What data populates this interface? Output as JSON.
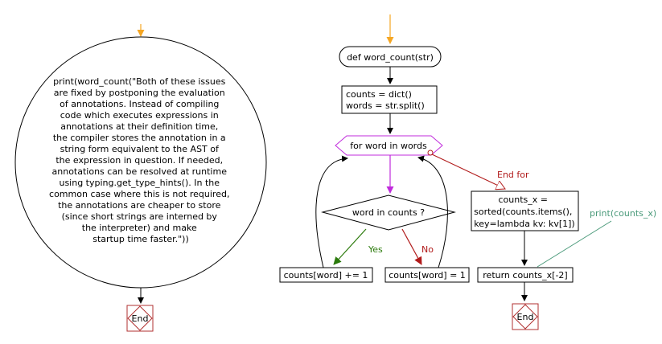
{
  "left": {
    "print_lines": [
      "print(word_count(\"Both of these issues",
      "are fixed by postponing the evaluation",
      "of annotations. Instead of compiling",
      "code which executes expressions in",
      "annotations at their definition time,",
      "the compiler stores the annotation in a",
      "string form equivalent to the AST of",
      "the expression in question. If needed,",
      "annotations can be resolved at runtime",
      "using typing.get_type_hints(). In the",
      "common case where this is not required,",
      "the annotations are cheaper to store",
      "(since short strings are interned by",
      "the interpreter) and make",
      "startup time faster.\"))"
    ],
    "end_label": "End"
  },
  "right": {
    "def_label": "def word_count(str)",
    "init_lines": [
      "counts = dict()",
      "words = str.split()"
    ],
    "loop_label": "for word in words",
    "cond_label": "word in counts ?",
    "yes_label": "Yes",
    "no_label": "No",
    "yes_box": "counts[word] += 1",
    "no_box": "counts[word] = 1",
    "end_for_label": "End for",
    "sorted_lines": [
      "counts_x =",
      "sorted(counts.items(),",
      "key=lambda kv: kv[1])"
    ],
    "print_label": "print(counts_x)",
    "return_label": "return counts_x[-2]",
    "end_label": "End"
  },
  "colors": {
    "orange": "#f5a623",
    "purple": "#c02bdc",
    "green": "#2b7a0b",
    "red": "#b11a1a",
    "teal": "#4a9a7a",
    "end_red": "#b03030"
  }
}
